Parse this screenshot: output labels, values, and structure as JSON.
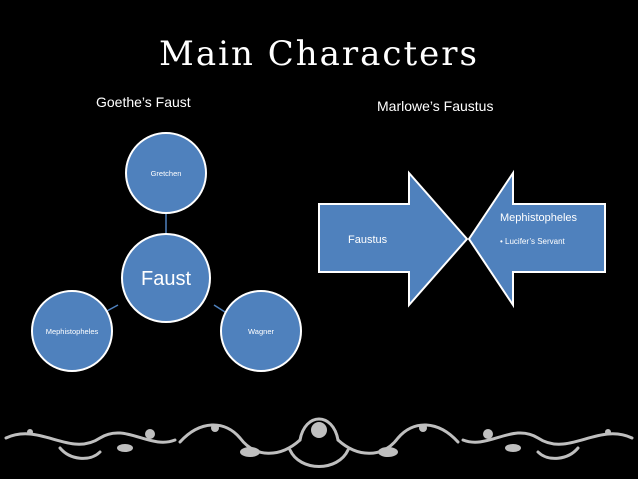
{
  "slide": {
    "title": "Main Characters"
  },
  "goethe": {
    "heading": "Goethe’s Faust",
    "center": "Faust",
    "satellites": [
      "Gretchen",
      "Wagner",
      "Mephistopheles"
    ]
  },
  "marlowe": {
    "heading": "Marlowe’s Faustus",
    "left_arrow_label": "Faustus",
    "right_arrow_title": "Mephistopheles",
    "right_arrow_bullet": "• Lucifer’s Servant"
  },
  "colors": {
    "fill": "#4F81BD",
    "stroke": "#ffffff",
    "background": "#000000",
    "ornament": "#bfbfbf"
  }
}
